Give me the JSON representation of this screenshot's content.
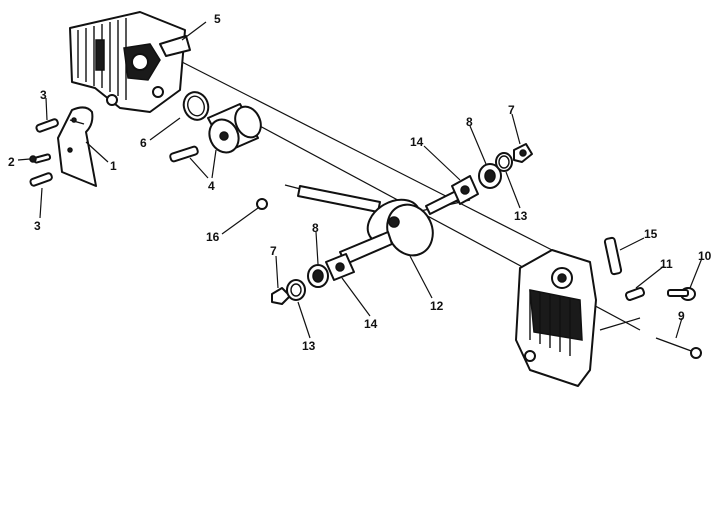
{
  "callouts": [
    {
      "id": "c5",
      "label": "5"
    },
    {
      "id": "c3a",
      "label": "3"
    },
    {
      "id": "c2",
      "label": "2"
    },
    {
      "id": "c1",
      "label": "1"
    },
    {
      "id": "c3b",
      "label": "3"
    },
    {
      "id": "c6",
      "label": "6"
    },
    {
      "id": "c4",
      "label": "4"
    },
    {
      "id": "c16",
      "label": "16"
    },
    {
      "id": "c14a",
      "label": "14"
    },
    {
      "id": "c8a",
      "label": "8"
    },
    {
      "id": "c7a",
      "label": "7"
    },
    {
      "id": "c13a",
      "label": "13"
    },
    {
      "id": "c7b",
      "label": "7"
    },
    {
      "id": "c8b",
      "label": "8"
    },
    {
      "id": "c12",
      "label": "12"
    },
    {
      "id": "c14b",
      "label": "14"
    },
    {
      "id": "c13b",
      "label": "13"
    },
    {
      "id": "c15",
      "label": "15"
    },
    {
      "id": "c11",
      "label": "11"
    },
    {
      "id": "c10",
      "label": "10"
    },
    {
      "id": "c9",
      "label": "9"
    }
  ]
}
